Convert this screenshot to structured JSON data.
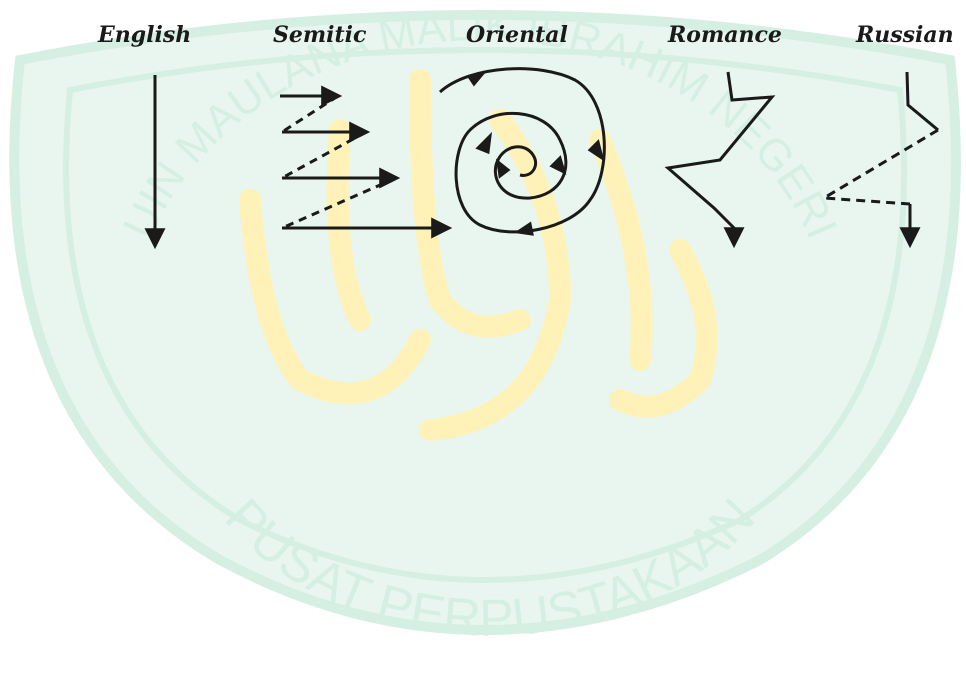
{
  "labels": {
    "english": "English",
    "semitic": "Semitic",
    "oriental": "Oriental",
    "romance": "Romance",
    "russian": "Russian"
  },
  "watermark": {
    "bottom_text": "PUSAT PERPUSTAKAAN",
    "top_text": "UIN MAULANA MALIK IBRAHIM NEGERI",
    "color": "#d6efe3",
    "fill": "#e8f6ef",
    "calligraphy_color": "#fff2b8"
  },
  "ink_color": "#1a1a1a"
}
